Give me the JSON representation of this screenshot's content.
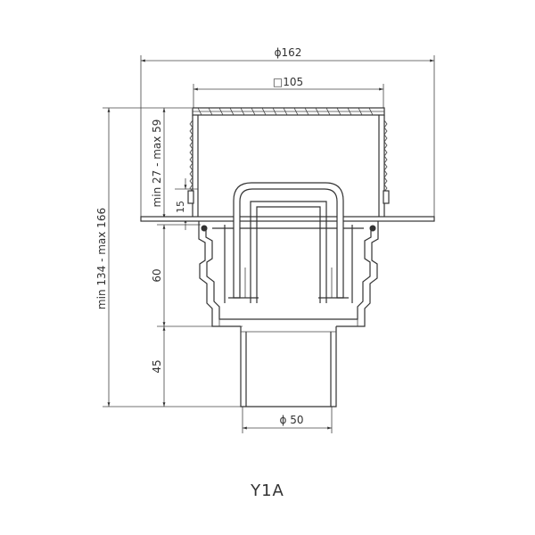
{
  "caption": "Y1A",
  "dimensions": {
    "outer_diameter": "ϕ162",
    "grate_square": "□105",
    "outlet_diameter": "ϕ 50",
    "total_height": "min 134 - max 166",
    "adjust_height": "min 27 - max 59",
    "flange_offset": "15",
    "body_height": "60",
    "outlet_length": "45"
  }
}
